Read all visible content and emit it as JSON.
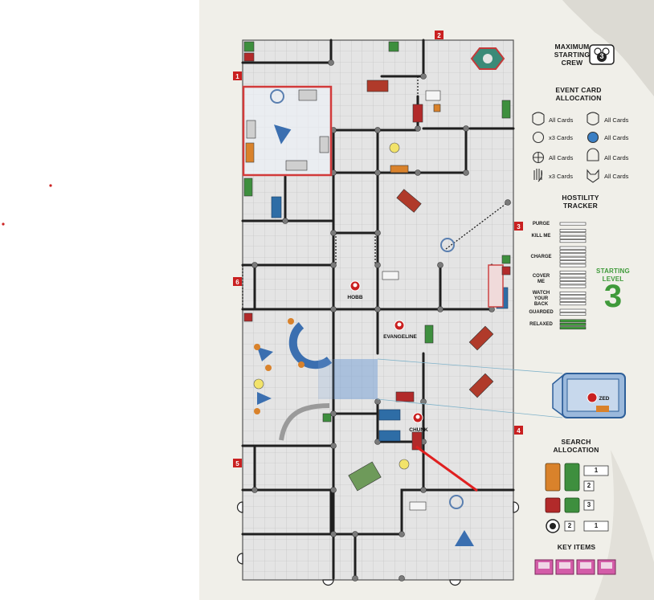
{
  "map": {
    "spawn_markers": [
      "1",
      "2",
      "3",
      "4",
      "5",
      "6"
    ],
    "characters": [
      "HOBB",
      "EVANGELINE",
      "CHUNK",
      "ZED"
    ]
  },
  "side_panel": {
    "max_crew": {
      "title_lines": [
        "MAXIMUM",
        "STARTING",
        "CREW"
      ],
      "value": "3"
    },
    "event_card": {
      "title_lines": [
        "EVENT CARD",
        "ALLOCATION"
      ],
      "rows": [
        {
          "left_icon": "alien-face-icon",
          "left": "All Cards",
          "right_icon": "bearded-face-icon",
          "right": "All Cards"
        },
        {
          "left_icon": "head-outline-icon",
          "left": "x3 Cards",
          "right_icon": "robot-head-icon",
          "right": "All Cards"
        },
        {
          "left_icon": "globe-icon",
          "left": "All Cards",
          "right_icon": "crowd-icon",
          "right": "All Cards"
        },
        {
          "left_icon": "hand-icon",
          "left": "x3 Cards",
          "right_icon": "horned-skull-icon",
          "right": "All Cards"
        }
      ]
    },
    "hostility": {
      "title_lines": [
        "HOSTILITY",
        "TRACKER"
      ],
      "levels": [
        {
          "label_lines": [
            "PURGE"
          ],
          "bars": 1
        },
        {
          "label_lines": [
            "KILL ME"
          ],
          "bars": 4
        },
        {
          "label_lines": [
            "CHARGE"
          ],
          "bars": 6
        },
        {
          "label_lines": [
            "COVER",
            "ME"
          ],
          "bars": 5
        },
        {
          "label_lines": [
            "WATCH",
            "YOUR",
            "BACK"
          ],
          "bars": 4
        },
        {
          "label_lines": [
            "GUARDED"
          ],
          "bars": 2
        },
        {
          "label_lines": [
            "RELAXED"
          ],
          "bars": 3
        }
      ],
      "current": 1,
      "starting_label_lines": [
        "STARTING",
        "LEVEL"
      ],
      "starting_value": "3",
      "active_color": "#3f9a3a"
    },
    "search": {
      "title_lines": [
        "SEARCH",
        "ALLOCATION"
      ],
      "values": [
        "1",
        "2",
        "3",
        "2",
        "1"
      ],
      "card_colors": {
        "orange": "#d9822b",
        "green": "#3e8f3e",
        "red": "#b22a2a"
      }
    },
    "key_items": {
      "title": "KEY ITEMS"
    }
  }
}
